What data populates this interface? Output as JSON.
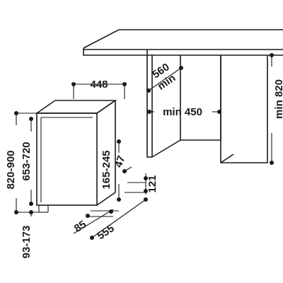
{
  "dimensions": {
    "width_448": "448",
    "depth_min": "560",
    "depth_min_label": "min",
    "niche_width": "min 450",
    "niche_height": "min 820",
    "height_820_900": "820-900",
    "height_653_720": "653-720",
    "plinth_93_173": "93-173",
    "d_165_245": "165-245",
    "d_47": "47",
    "d_121": "121",
    "d_85": "85",
    "d_555": "555"
  }
}
